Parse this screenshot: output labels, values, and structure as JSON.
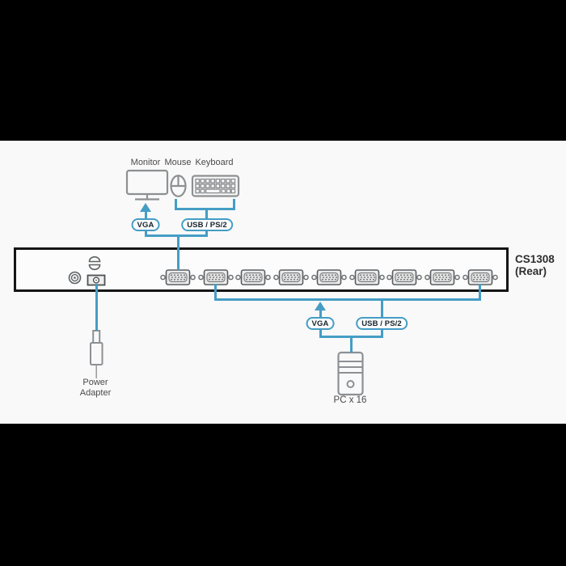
{
  "title": "KVM switch rear-panel installation diagram",
  "console": {
    "monitor_label": "Monitor",
    "mouse_label": "Mouse",
    "keyboard_label": "Keyboard",
    "vga_pill": "VGA",
    "usb_pill": "USB / PS/2"
  },
  "device": {
    "model": "CS1308",
    "view": "(Rear)",
    "total_vga_ports": 9,
    "console_ports": 1,
    "kvm_ports": 8
  },
  "power": {
    "label_line1": "Power",
    "label_line2": "Adapter"
  },
  "computers": {
    "vga_pill": "VGA",
    "usb_pill": "USB / PS/2",
    "pc_label": "PC x 16"
  },
  "colors": {
    "connector_blue": "#459DC5",
    "icon_gray": "#8D9093",
    "band_background": "#F9F9F9",
    "letterbox": "#000000"
  }
}
